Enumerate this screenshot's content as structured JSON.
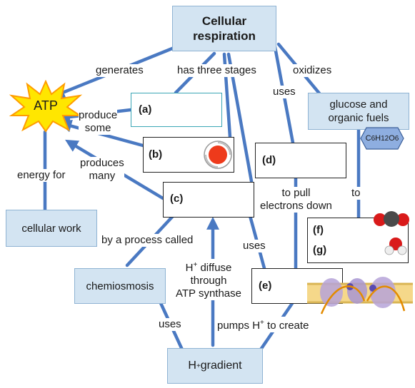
{
  "nodes": {
    "cellular_respiration": [
      "Cellular",
      "respiration"
    ],
    "atp": "ATP",
    "cellular_work": "cellular work",
    "chemiosmosis": "chemiosmosis",
    "h_gradient": {
      "pre": "H",
      "sup": "+",
      "post": " gradient"
    },
    "glucose": [
      "glucose and",
      "organic fuels"
    ],
    "formula": {
      "c": "C",
      "c_sub": "6",
      "h": "H",
      "h_sub": "12",
      "o": "O",
      "o_sub": "6"
    }
  },
  "blanks": {
    "a": "(a)",
    "b": "(b)",
    "c": "(c)",
    "d": "(d)",
    "e": "(e)",
    "f": "(f)",
    "g": "(g)"
  },
  "links": {
    "generates": "generates",
    "has_three_stages": "has three stages",
    "oxidizes": "oxidizes",
    "uses_top": "uses",
    "produce_some": [
      "produce",
      "some"
    ],
    "produces_many": [
      "produces",
      "many"
    ],
    "energy_for": "energy for",
    "to_pull": [
      "to pull",
      "electrons down"
    ],
    "to": "to",
    "by_process": "by a process called",
    "h_diffuse": {
      "pre": "H",
      "sup": "+",
      "post": " diffuse",
      "line2": "through",
      "line3": "ATP synthase"
    },
    "uses_mid": "uses",
    "uses_bottom": "uses",
    "pumps": {
      "pre": "pumps H",
      "sup": "+",
      "post": " to create"
    }
  },
  "colors": {
    "line": "#4a79c2",
    "node_fill": "#d3e4f2",
    "atp_star": "#ffe600",
    "atp_star_edge": "#ff9c00"
  }
}
